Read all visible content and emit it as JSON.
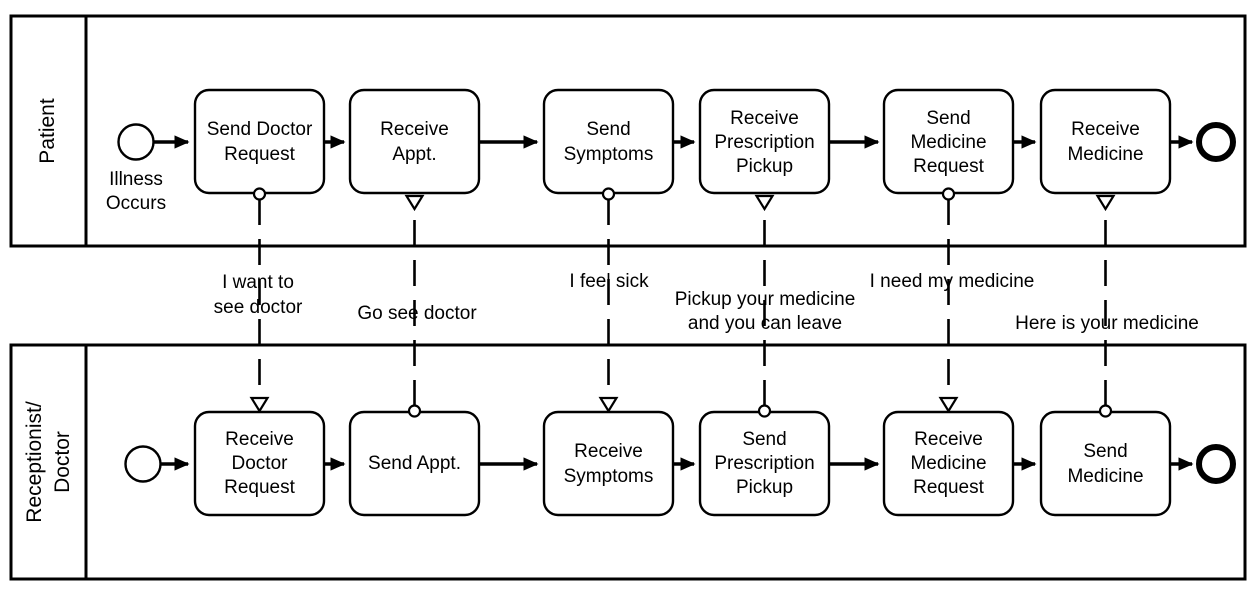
{
  "diagram": {
    "title": "Patient / Receptionist-Doctor BPMN Collaboration",
    "type": "bpmn-collaboration",
    "colors": {
      "stroke": "#000000",
      "fill": "#ffffff"
    }
  },
  "pools": [
    {
      "id": "pool-patient",
      "label": "Patient",
      "label_lines": [
        "Patient"
      ],
      "start_event": {
        "label_lines": [
          "Illness",
          "Occurs"
        ],
        "label": "Illness Occurs",
        "kind": "start-event"
      },
      "end_event": {
        "label": "",
        "kind": "end-event"
      },
      "tasks": [
        {
          "id": "t1",
          "label": "Send Doctor Request",
          "lines": [
            "Send Doctor",
            "Request"
          ]
        },
        {
          "id": "t2",
          "label": "Receive Appt.",
          "lines": [
            "Receive",
            "Appt."
          ]
        },
        {
          "id": "t3",
          "label": "Send Symptoms",
          "lines": [
            "Send",
            "Symptoms"
          ]
        },
        {
          "id": "t4",
          "label": "Receive Prescription Pickup",
          "lines": [
            "Receive",
            "Prescription",
            "Pickup"
          ]
        },
        {
          "id": "t5",
          "label": "Send Medicine Request",
          "lines": [
            "Send",
            "Medicine",
            "Request"
          ]
        },
        {
          "id": "t6",
          "label": "Receive Medicine",
          "lines": [
            "Receive",
            "Medicine"
          ]
        }
      ]
    },
    {
      "id": "pool-receptionist-doctor",
      "label": "Receptionist/ Doctor",
      "label_lines": [
        "Receptionist/",
        "Doctor"
      ],
      "start_event": {
        "label_lines": [],
        "label": "",
        "kind": "start-event"
      },
      "end_event": {
        "label": "",
        "kind": "end-event"
      },
      "tasks": [
        {
          "id": "b1",
          "label": "Receive Doctor Request",
          "lines": [
            "Receive",
            "Doctor",
            "Request"
          ]
        },
        {
          "id": "b2",
          "label": "Send Appt.",
          "lines": [
            "Send Appt."
          ]
        },
        {
          "id": "b3",
          "label": "Receive Symptoms",
          "lines": [
            "Receive",
            "Symptoms"
          ]
        },
        {
          "id": "b4",
          "label": "Send Prescription Pickup",
          "lines": [
            "Send",
            "Prescription",
            "Pickup"
          ]
        },
        {
          "id": "b5",
          "label": "Receive Medicine Request",
          "lines": [
            "Receive",
            "Medicine",
            "Request"
          ]
        },
        {
          "id": "b6",
          "label": "Send Medicine",
          "lines": [
            "Send",
            "Medicine"
          ]
        }
      ]
    }
  ],
  "message_flows": [
    {
      "id": "m1",
      "label": "I want to see doctor",
      "lines": [
        "I want to",
        "see doctor"
      ],
      "direction": "down",
      "from": "t1",
      "to": "b1",
      "source_marker": "circle",
      "target_marker": "triangle"
    },
    {
      "id": "m2",
      "label": "Go see doctor",
      "lines": [
        "Go see doctor"
      ],
      "direction": "up",
      "from": "b2",
      "to": "t2",
      "source_marker": "circle",
      "target_marker": "triangle"
    },
    {
      "id": "m3",
      "label": "I feel sick",
      "lines": [
        "I feel sick"
      ],
      "direction": "down",
      "from": "t3",
      "to": "b3",
      "source_marker": "circle",
      "target_marker": "triangle"
    },
    {
      "id": "m4",
      "label": "Pickup your medicine and you can leave",
      "lines": [
        "Pickup your medicine",
        "and you can leave"
      ],
      "direction": "up",
      "from": "b4",
      "to": "t4",
      "source_marker": "circle",
      "target_marker": "triangle"
    },
    {
      "id": "m5",
      "label": "I need my medicine",
      "lines": [
        "I need my medicine"
      ],
      "direction": "down",
      "from": "t5",
      "to": "b5",
      "source_marker": "circle",
      "target_marker": "triangle"
    },
    {
      "id": "m6",
      "label": "Here is your medicine",
      "lines": [
        "Here is your medicine"
      ],
      "direction": "up",
      "from": "b6",
      "to": "t6",
      "source_marker": "circle",
      "target_marker": "triangle"
    }
  ]
}
